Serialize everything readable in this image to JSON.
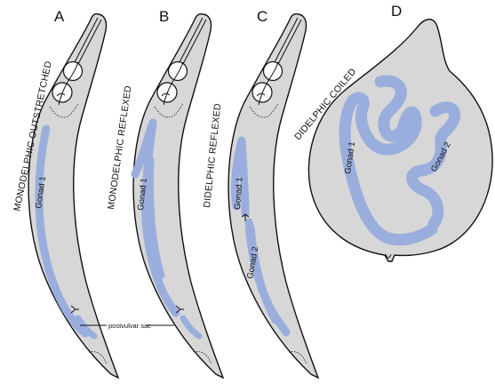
{
  "panels": [
    {
      "letter": "A",
      "label": "MONODELPHIC OUTSTRETCHED",
      "gonad1": "Gonad 1"
    },
    {
      "letter": "B",
      "label": "MONODELPHIC REFLEXED",
      "gonad1": "Gonad 1"
    },
    {
      "letter": "C",
      "label": "DIDELPHIC REFLEXED",
      "gonad1": "Gonad 1",
      "gonad2": "Gonad 2"
    },
    {
      "letter": "D",
      "label": "DIDELPHIC COILED",
      "gonad1": "Gonad 1",
      "gonad2": "Gonad 2"
    }
  ],
  "annotation": "postvulvar sac",
  "colors": {
    "body_fill": "#d7d7d7",
    "gonad": "#9aaede",
    "outline": "#111111"
  }
}
